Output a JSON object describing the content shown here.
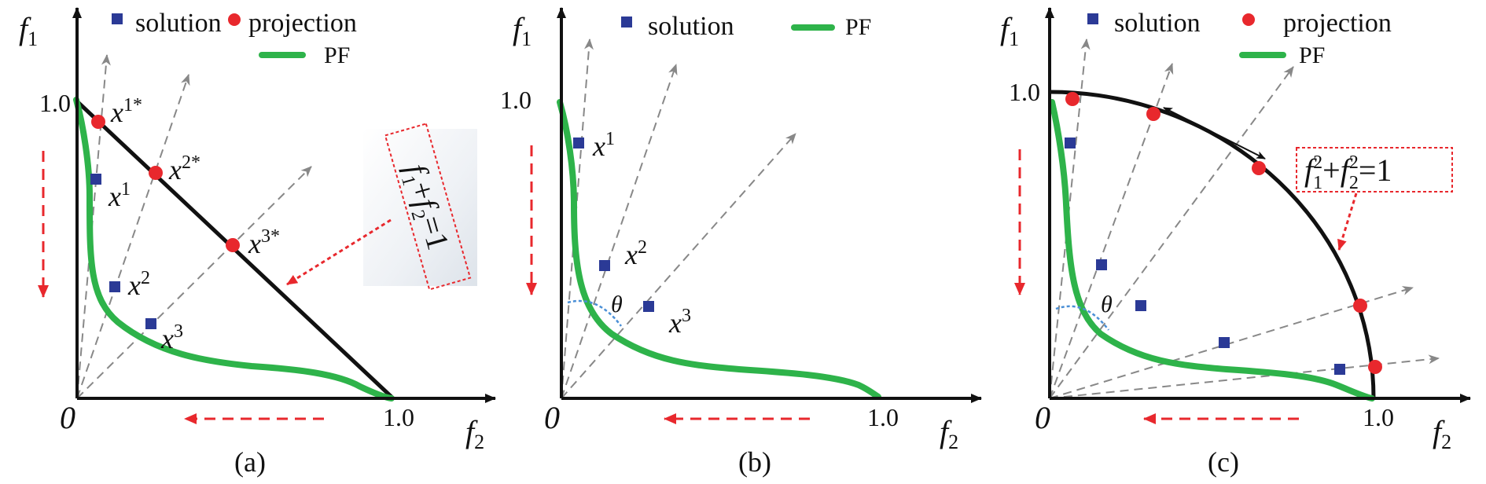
{
  "colors": {
    "solution": "#2b3a96",
    "projection": "#e8282d",
    "pf": "#2eb34a",
    "ref_line": "#888888",
    "boundary": "#111111",
    "arrow_red": "#e8282d",
    "theta_arc": "#4a8fd6"
  },
  "legend": {
    "solution": "solution",
    "projection": "projection",
    "pf": "PF"
  },
  "axes": {
    "y_label": "f",
    "y_sub": "1",
    "x_label": "f",
    "x_sub": "2",
    "origin": "0",
    "tick": "1.0"
  },
  "panels": [
    {
      "caption": "(a)",
      "equation": {
        "a": "f",
        "a_sub": "1",
        "plus": "+",
        "b": "f",
        "b_sub": "2",
        "eq": "=1"
      },
      "points": [
        {
          "base": "x",
          "sup": "1"
        },
        {
          "base": "x",
          "sup": "2"
        },
        {
          "base": "x",
          "sup": "3"
        },
        {
          "base": "x",
          "sup": "1*"
        },
        {
          "base": "x",
          "sup": "2*"
        },
        {
          "base": "x",
          "sup": "3*"
        }
      ]
    },
    {
      "caption": "(b)",
      "theta": "θ",
      "points": [
        {
          "base": "x",
          "sup": "1"
        },
        {
          "base": "x",
          "sup": "2"
        },
        {
          "base": "x",
          "sup": "3"
        }
      ]
    },
    {
      "caption": "(c)",
      "theta": "θ",
      "equation": {
        "a": "f",
        "a_sup": "2",
        "a_sub": "1",
        "plus": "+",
        "b": "f",
        "b_sup": "2",
        "b_sub": "2",
        "eq": "=1"
      }
    }
  ]
}
